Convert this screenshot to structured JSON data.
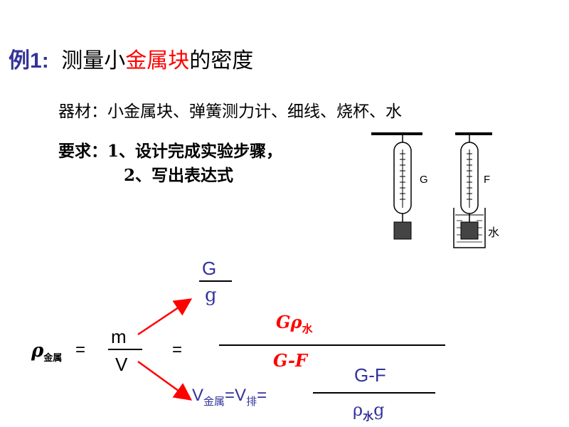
{
  "title": {
    "prefix": "例1",
    "colon": ":",
    "text_before": " 测量小",
    "text_red": "金属块",
    "text_after": "的密度"
  },
  "equipment": {
    "label": "器材：",
    "items": "小金属块、弹簧测力计、细线、烧杯、水"
  },
  "requirements": {
    "label": "要求：",
    "step1": "1、设计完成实验步骤，",
    "step2": "2、写出表达式"
  },
  "figure": {
    "label_g": "G",
    "label_f": "F",
    "label_water": "水"
  },
  "formula": {
    "rho": "ρ",
    "rho_sub": "金属",
    "equals1": "=",
    "m": "m",
    "v": "V",
    "equals2": "=",
    "g_top": "G",
    "g_bottom": "g",
    "big_num": "Gρ",
    "big_num_sub": "水",
    "big_den": "G-F",
    "v_expr_v1": "V",
    "v_expr_sub1": "金属",
    "v_expr_eq1": "=V",
    "v_expr_sub2": "排",
    "v_expr_eq2": "=",
    "last_num": "G-F",
    "last_den_rho": "ρ",
    "last_den_sub": "水",
    "last_den_g": "g"
  },
  "colors": {
    "title_blue": "#333399",
    "accent_red": "#ff0000",
    "formula_blue": "#333399"
  }
}
